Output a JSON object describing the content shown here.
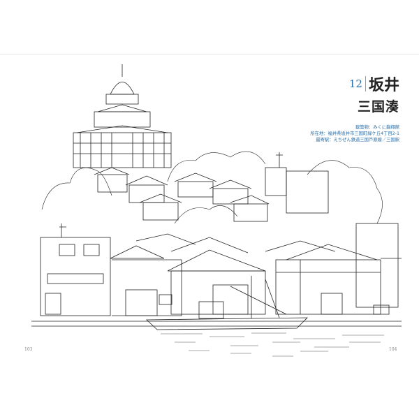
{
  "chapter_number": "12",
  "prefecture": "坂井",
  "place": "三国湊",
  "info": {
    "building": "建築物：みくに龍翔館",
    "address": "所在地：福井県坂井市三国町緑ケ丘4丁目2-1",
    "station": "最寄駅：えちぜん鉄道三国芦原線／三国駅"
  },
  "page_left": "103",
  "page_right": "104"
}
